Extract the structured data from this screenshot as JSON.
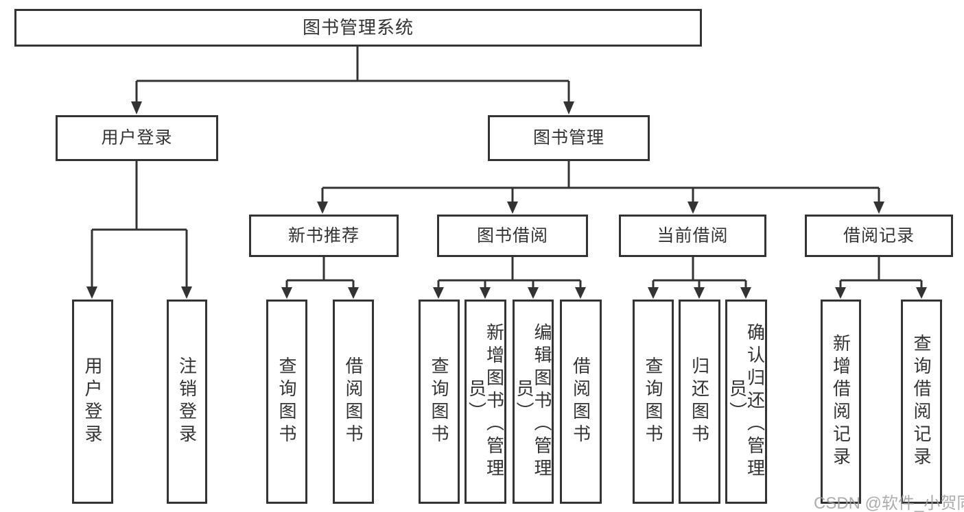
{
  "diagram": {
    "title": "图书管理系统",
    "type": "hierarchy-tree",
    "colors": {
      "line": "#333333",
      "box_border": "#333333",
      "text": "#333333",
      "background": "#ffffff",
      "watermark": "#9e9e9e"
    }
  },
  "tree": {
    "label": "图书管理系统",
    "children": [
      {
        "label": "用户登录",
        "children": [
          {
            "label": "用户登录"
          },
          {
            "label": "注销登录"
          }
        ]
      },
      {
        "label": "图书管理",
        "children": [
          {
            "label": "新书推荐",
            "children": [
              {
                "label": "查询图书"
              },
              {
                "label": "借阅图书"
              }
            ]
          },
          {
            "label": "图书借阅",
            "children": [
              {
                "label": "查询图书"
              },
              {
                "label": "新增图书（管理员）"
              },
              {
                "label": "编辑图书（管理员）"
              },
              {
                "label": "借阅图书"
              }
            ]
          },
          {
            "label": "当前借阅",
            "children": [
              {
                "label": "查询图书"
              },
              {
                "label": "归还图书"
              },
              {
                "label": "确认归还（管理员）"
              }
            ]
          },
          {
            "label": "借阅记录",
            "children": [
              {
                "label": "新增借阅记录"
              },
              {
                "label": "查询借阅记录"
              }
            ]
          }
        ]
      }
    ]
  },
  "watermark": {
    "text": "CSDN @软件_小贺同学"
  }
}
